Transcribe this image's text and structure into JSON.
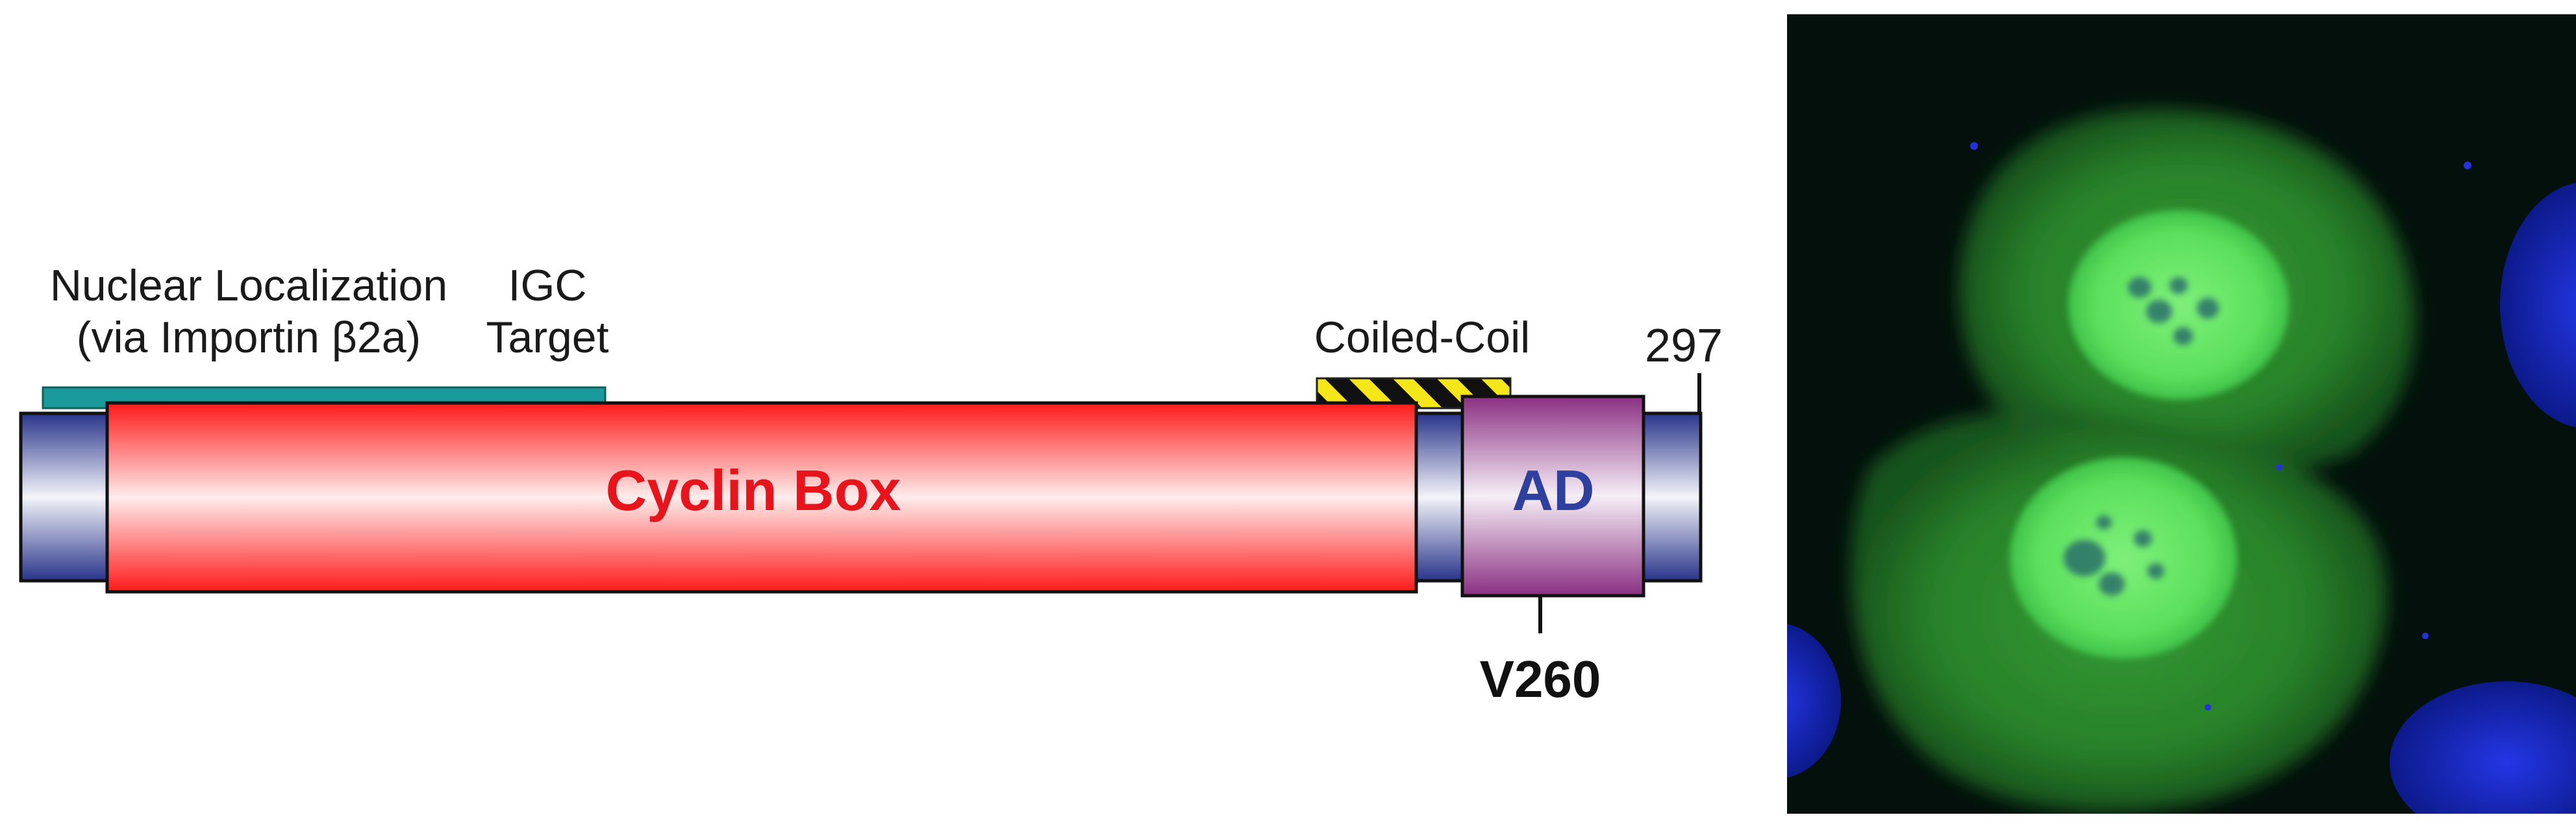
{
  "diagram": {
    "labels": {
      "nls_line1": "Nuclear Localization",
      "nls_line2": "(via Importin β2a)",
      "igc_line1": "IGC",
      "igc_line2": "Target",
      "coiled_coil": "Coiled-Coil",
      "end_residue": "297",
      "cyclin_box": "Cyclin Box",
      "ad": "AD",
      "variant": "V260"
    },
    "colors": {
      "cyclin_box": "#ff2020",
      "cyclin_box_text": "#e8141c",
      "nls_bar": "#1a9a9a",
      "ad_border": "#7a2a74",
      "ad_text": "#2e3f9e",
      "backbone": "#28348a",
      "coil_stripe": "#f5e61a"
    }
  },
  "micrograph": {
    "background": "#03100c",
    "cytoplasm_color": "#2d8f2d",
    "nucleus_color": "#5fe65f",
    "dapi_color": "#1a2dd6"
  }
}
